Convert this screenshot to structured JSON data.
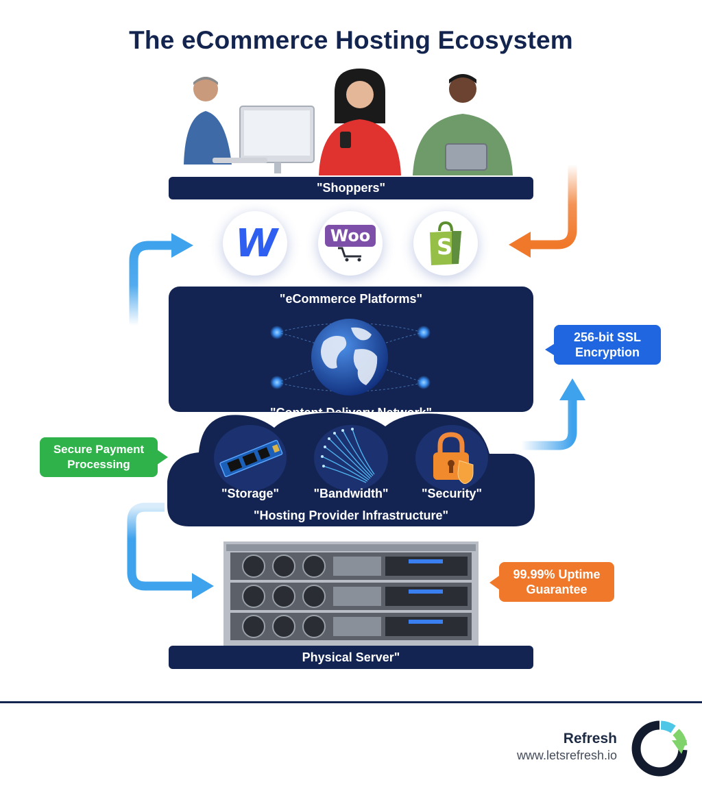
{
  "title": "The eCommerce Hosting Ecosystem",
  "layers": {
    "shoppers": "\"Shoppers\"",
    "platforms": "\"eCommerce Platforms\"",
    "cdn": "\"Content Delivery Network\"",
    "hosting": "\"Hosting Provider Infrastructure\"",
    "server": "Physical Server\""
  },
  "platform_logos": {
    "webflow": "W",
    "woo": "Woo",
    "shopify": "S"
  },
  "infrastructure": {
    "storage": "\"Storage\"",
    "bandwidth": "\"Bandwidth\"",
    "security": "\"Security\""
  },
  "callouts": {
    "ssl_line1": "256-bit SSL",
    "ssl_line2": "Encryption",
    "payment_line1": "Secure Payment",
    "payment_line2": "Processing",
    "uptime_line1": "99.99% Uptime",
    "uptime_line2": "Guarantee"
  },
  "brand": {
    "name": "Refresh",
    "url": "www.letsrefresh.io"
  },
  "colors": {
    "navy": "#132452",
    "blue_arrow": "#3fa2ec",
    "orange": "#f0782a",
    "green": "#2fb24a",
    "ssl_blue": "#1f66e0"
  }
}
